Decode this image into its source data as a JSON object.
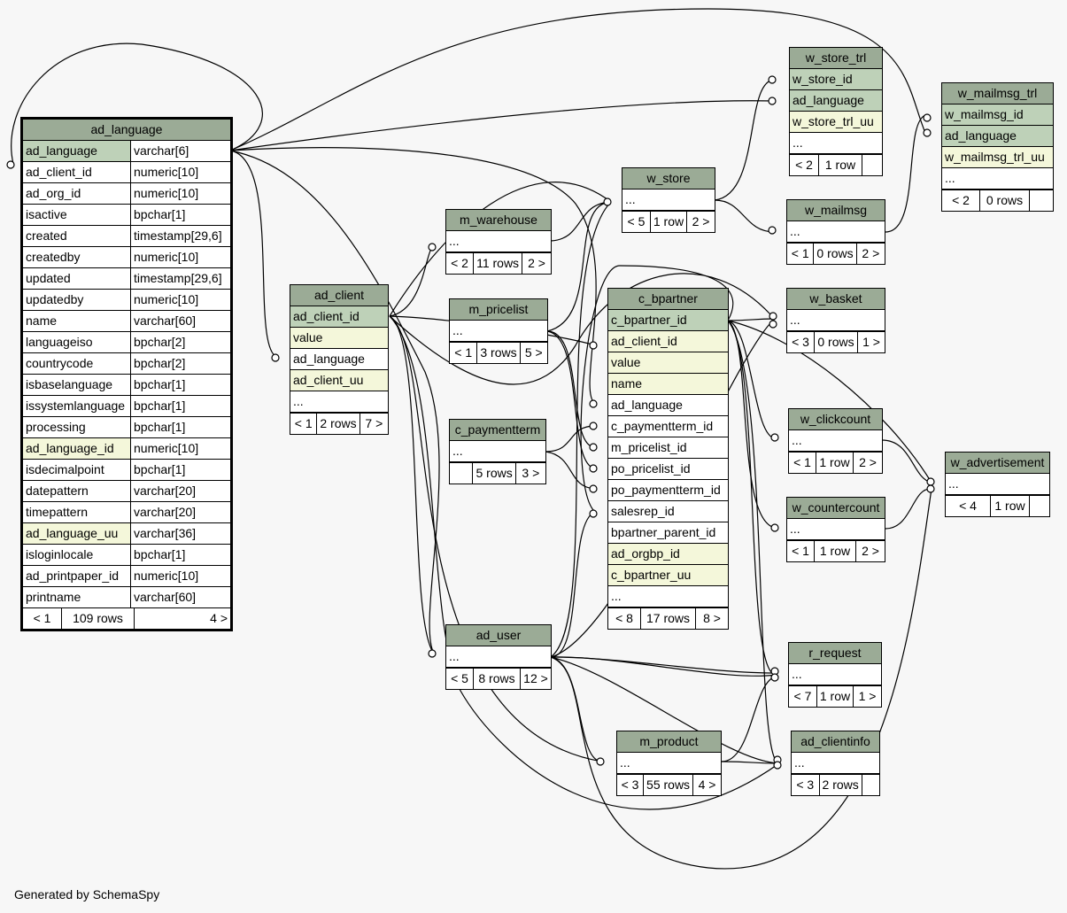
{
  "footer": "Generated by SchemaSpy",
  "colors": {
    "header": "#9bab96",
    "primary_key": "#bed1b8",
    "foreign_or_unique": "#f4f7da",
    "background": "#f7f7f7"
  },
  "ad_language": {
    "title": "ad_language",
    "columns": [
      {
        "name": "ad_language",
        "type": "varchar[6]"
      },
      {
        "name": "ad_client_id",
        "type": "numeric[10]"
      },
      {
        "name": "ad_org_id",
        "type": "numeric[10]"
      },
      {
        "name": "isactive",
        "type": "bpchar[1]"
      },
      {
        "name": "created",
        "type": "timestamp[29,6]"
      },
      {
        "name": "createdby",
        "type": "numeric[10]"
      },
      {
        "name": "updated",
        "type": "timestamp[29,6]"
      },
      {
        "name": "updatedby",
        "type": "numeric[10]"
      },
      {
        "name": "name",
        "type": "varchar[60]"
      },
      {
        "name": "languageiso",
        "type": "bpchar[2]"
      },
      {
        "name": "countrycode",
        "type": "bpchar[2]"
      },
      {
        "name": "isbaselanguage",
        "type": "bpchar[1]"
      },
      {
        "name": "issystemlanguage",
        "type": "bpchar[1]"
      },
      {
        "name": "processing",
        "type": "bpchar[1]"
      },
      {
        "name": "ad_language_id",
        "type": "numeric[10]"
      },
      {
        "name": "isdecimalpoint",
        "type": "bpchar[1]"
      },
      {
        "name": "datepattern",
        "type": "varchar[20]"
      },
      {
        "name": "timepattern",
        "type": "varchar[20]"
      },
      {
        "name": "ad_language_uu",
        "type": "varchar[36]"
      },
      {
        "name": "isloginlocale",
        "type": "bpchar[1]"
      },
      {
        "name": "ad_printpaper_id",
        "type": "numeric[10]"
      },
      {
        "name": "printname",
        "type": "varchar[60]"
      }
    ],
    "footer": [
      "< 1",
      "109 rows",
      "4 >"
    ]
  },
  "ad_client": {
    "title": "ad_client",
    "rows": [
      "ad_client_id",
      "value",
      "ad_language",
      "ad_client_uu",
      "..."
    ],
    "footer": [
      "< 1",
      "2 rows",
      "7 >"
    ]
  },
  "m_warehouse": {
    "title": "m_warehouse",
    "rows": [
      "..."
    ],
    "footer": [
      "< 2",
      "11 rows",
      "2 >"
    ]
  },
  "m_pricelist": {
    "title": "m_pricelist",
    "rows": [
      "..."
    ],
    "footer": [
      "< 1",
      "3 rows",
      "5 >"
    ]
  },
  "c_paymentterm": {
    "title": "c_paymentterm",
    "rows": [
      "..."
    ],
    "footer": [
      "",
      "5 rows",
      "3 >"
    ]
  },
  "w_store": {
    "title": "w_store",
    "rows": [
      "..."
    ],
    "footer": [
      "< 5",
      "1 row",
      "2 >"
    ]
  },
  "w_store_trl": {
    "title": "w_store_trl",
    "rows": [
      "w_store_id",
      "ad_language",
      "w_store_trl_uu",
      "..."
    ],
    "footer": [
      "< 2",
      "1 row",
      ""
    ]
  },
  "w_mailmsg_trl": {
    "title": "w_mailmsg_trl",
    "rows": [
      "w_mailmsg_id",
      "ad_language",
      "w_mailmsg_trl_uu",
      "..."
    ],
    "footer": [
      "< 2",
      "0 rows",
      ""
    ]
  },
  "w_mailmsg": {
    "title": "w_mailmsg",
    "rows": [
      "..."
    ],
    "footer": [
      "< 1",
      "0 rows",
      "2 >"
    ]
  },
  "c_bpartner": {
    "title": "c_bpartner",
    "rows": [
      "c_bpartner_id",
      "ad_client_id",
      "value",
      "name",
      "ad_language",
      "c_paymentterm_id",
      "m_pricelist_id",
      "po_pricelist_id",
      "po_paymentterm_id",
      "salesrep_id",
      "bpartner_parent_id",
      "ad_orgbp_id",
      "c_bpartner_uu",
      "..."
    ],
    "footer": [
      "< 8",
      "17 rows",
      "8 >"
    ]
  },
  "w_basket": {
    "title": "w_basket",
    "rows": [
      "..."
    ],
    "footer": [
      "< 3",
      "0 rows",
      "1 >"
    ]
  },
  "w_clickcount": {
    "title": "w_clickcount",
    "rows": [
      "..."
    ],
    "footer": [
      "< 1",
      "1 row",
      "2 >"
    ]
  },
  "w_countercount": {
    "title": "w_countercount",
    "rows": [
      "..."
    ],
    "footer": [
      "< 1",
      "1 row",
      "2 >"
    ]
  },
  "w_advertisement": {
    "title": "w_advertisement",
    "rows": [
      "..."
    ],
    "footer": [
      "< 4",
      "1 row",
      ""
    ]
  },
  "ad_user": {
    "title": "ad_user",
    "rows": [
      "..."
    ],
    "footer": [
      "< 5",
      "8 rows",
      "12 >"
    ]
  },
  "r_request": {
    "title": "r_request",
    "rows": [
      "..."
    ],
    "footer": [
      "< 7",
      "1 row",
      "1 >"
    ]
  },
  "m_product": {
    "title": "m_product",
    "rows": [
      "..."
    ],
    "footer": [
      "< 3",
      "55 rows",
      "4 >"
    ]
  },
  "ad_clientinfo": {
    "title": "ad_clientinfo",
    "rows": [
      "..."
    ],
    "footer": [
      "< 3",
      "2 rows",
      ""
    ]
  }
}
